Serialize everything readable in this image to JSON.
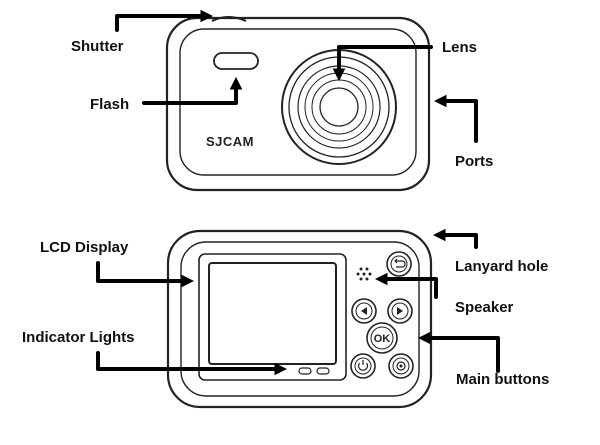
{
  "labels": {
    "shutter": "Shutter",
    "flash": "Flash",
    "lens": "Lens",
    "ports": "Ports",
    "lcd_display": "LCD Display",
    "indicator_lights": "Indicator Lights",
    "lanyard_hole": "Lanyard hole",
    "speaker": "Speaker",
    "main_buttons": "Main buttons"
  },
  "camera": {
    "brand": "SJCAM",
    "ok_button": "OK"
  },
  "colors": {
    "stroke": "#222222",
    "arrow": "#000000",
    "label": "#111111"
  }
}
